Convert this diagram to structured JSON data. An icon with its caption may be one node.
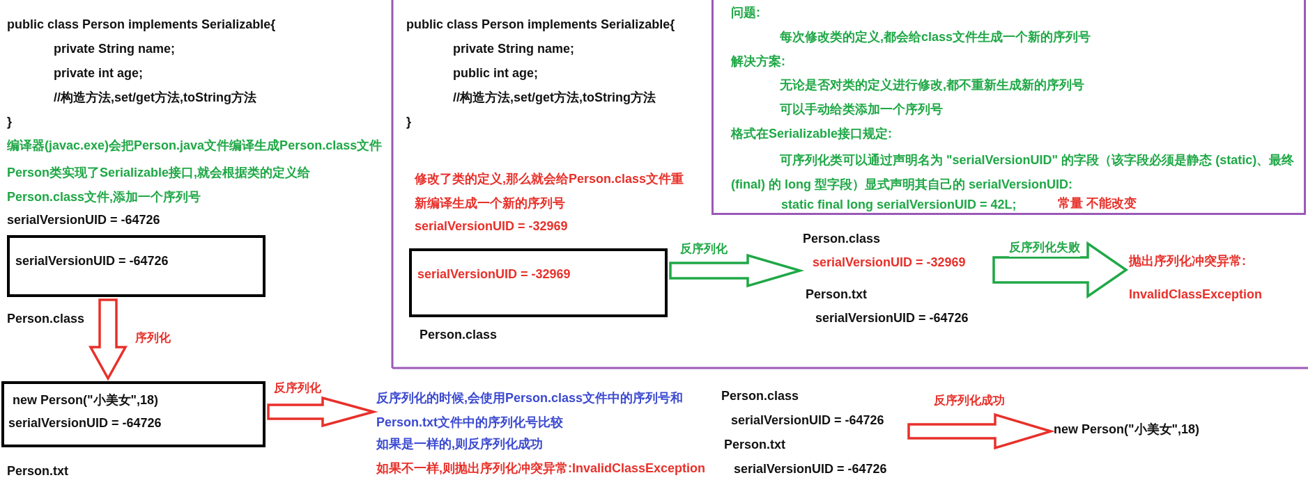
{
  "diagram": {
    "nodes": [
      {
        "text": [
          "serialVersionUID = -64726"
        ],
        "beside": [
          "Person.class"
        ]
      },
      {
        "text": [
          "new Person(\"小美女\",18)",
          "serialVersionUID = -64726"
        ],
        "beside": [
          "Person.txt"
        ]
      },
      {
        "text": [
          "反序列化的时候,会使用Person.class文件中的序列号和Person.txt文件中的序列化号比较",
          "如果是一样的,则反序列化成功",
          "如果不一样,则抛出序列化冲突异常:InvalidClassException"
        ]
      },
      {
        "text": [
          "Person.class",
          "serialVersionUID = -64726",
          "Person.txt",
          "serialVersionUID = -64726"
        ]
      },
      {
        "text": [
          "new Person(\"小美女\",18)"
        ]
      },
      {
        "text": [
          "问题:",
          "每次修改类的定义,都会给class文件生成一个新的序列号",
          "解决方案:",
          "无论是否对类的定义进行修改,都不重新生成新的序列号",
          "可以手动给类添加一个序列号",
          "格式在Serializable接口规定:",
          "可序列化类可以通过声明名为 \"serialVersionUID\" 的字段（该字段必须是静态 (static)、最终 (final) 的 long 型字段）显式声明其自己的 serialVersionUID:",
          "static final long serialVersionUID = 42L;",
          "常量 不能改变"
        ]
      },
      {
        "text": [
          "serialVersionUID = -32969"
        ],
        "beside": [
          "Person.class"
        ]
      },
      {
        "text": [
          "Person.class",
          "serialVersionUID = -32969",
          "Person.txt",
          "serialVersionUID = -64726"
        ]
      },
      {
        "text": [
          "抛出序列化冲突异常:",
          "InvalidClassException"
        ]
      }
    ],
    "edges": [
      {
        "from": 0,
        "to": 1,
        "arrow": "to",
        "label": "序列化"
      },
      {
        "from": 1,
        "to": 2,
        "arrow": "to",
        "label": "反序列化"
      },
      {
        "from": 3,
        "to": 4,
        "arrow": "to",
        "label": "反序列化成功"
      },
      {
        "from": 6,
        "to": 7,
        "arrow": "to",
        "label": "反序列化",
        "color": "#1fa846"
      },
      {
        "from": 7,
        "to": 8,
        "arrow": "to",
        "label": "反序列化失败",
        "color": "#1fa846"
      }
    ],
    "labels": [
      "public class Person implements Serializable{",
      "private String name;",
      "private int age;",
      "//构造方法,set/get方法,toString方法",
      "}",
      "编译器(javac.exe)会把Person.java文件编译生成Person.class文件",
      "Person类实现了Serializable接口,就会根据类的定义给Person.class文件,添加一个序列号",
      "serialVersionUID = -64726",
      "public class Person implements Serializable{",
      "private String name;",
      "public int age;",
      "//构造方法,set/get方法,toString方法",
      "}",
      "修改了类的定义,那么就会给Person.class文件重新编译生成一个新的序列号",
      "serialVersionUID = -32969"
    ]
  }
}
